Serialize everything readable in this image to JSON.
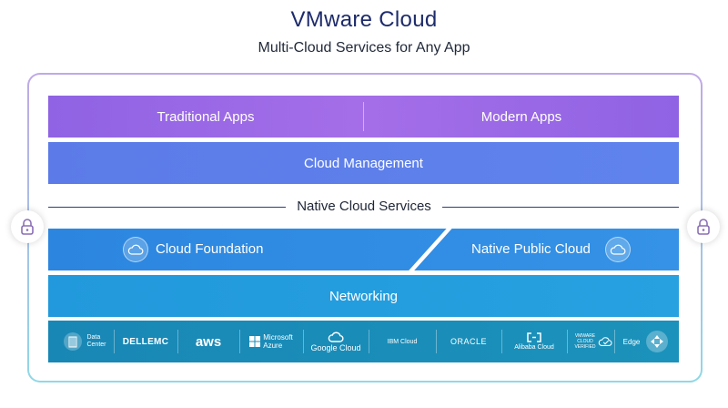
{
  "header": {
    "title": "VMware Cloud",
    "subtitle": "Multi-Cloud Services for Any App"
  },
  "layers": {
    "traditional_apps": "Traditional Apps",
    "modern_apps": "Modern Apps",
    "cloud_management": "Cloud Management",
    "native_cloud_services": "Native Cloud Services",
    "cloud_foundation": "Cloud Foundation",
    "native_public_cloud": "Native Public Cloud",
    "networking": "Networking"
  },
  "vendors": {
    "data_center_1": "Data",
    "data_center_2": "Center",
    "dell": "DELLEMC",
    "aws": "aws",
    "azure_1": "Microsoft",
    "azure_2": "Azure",
    "google": "Google Cloud",
    "ibm": "IBM Cloud",
    "oracle": "ORACLE",
    "alibaba": "Alibaba Cloud",
    "vmc_1": "VMWARE",
    "vmc_2": "CLOUD",
    "vmc_3": "VERIFIED",
    "edge": "Edge"
  },
  "colors": {
    "title": "#1d2b6b",
    "apps": "#9a69e6",
    "management": "#5e80ea",
    "cloud": "#3090e4",
    "networking": "#24a0df",
    "vendors": "#1a8db8"
  },
  "icons": [
    "lock-icon",
    "cloud-icon",
    "building-icon",
    "google-cloud-icon",
    "alibaba-icon",
    "vmc-verified-icon",
    "edge-icon"
  ]
}
